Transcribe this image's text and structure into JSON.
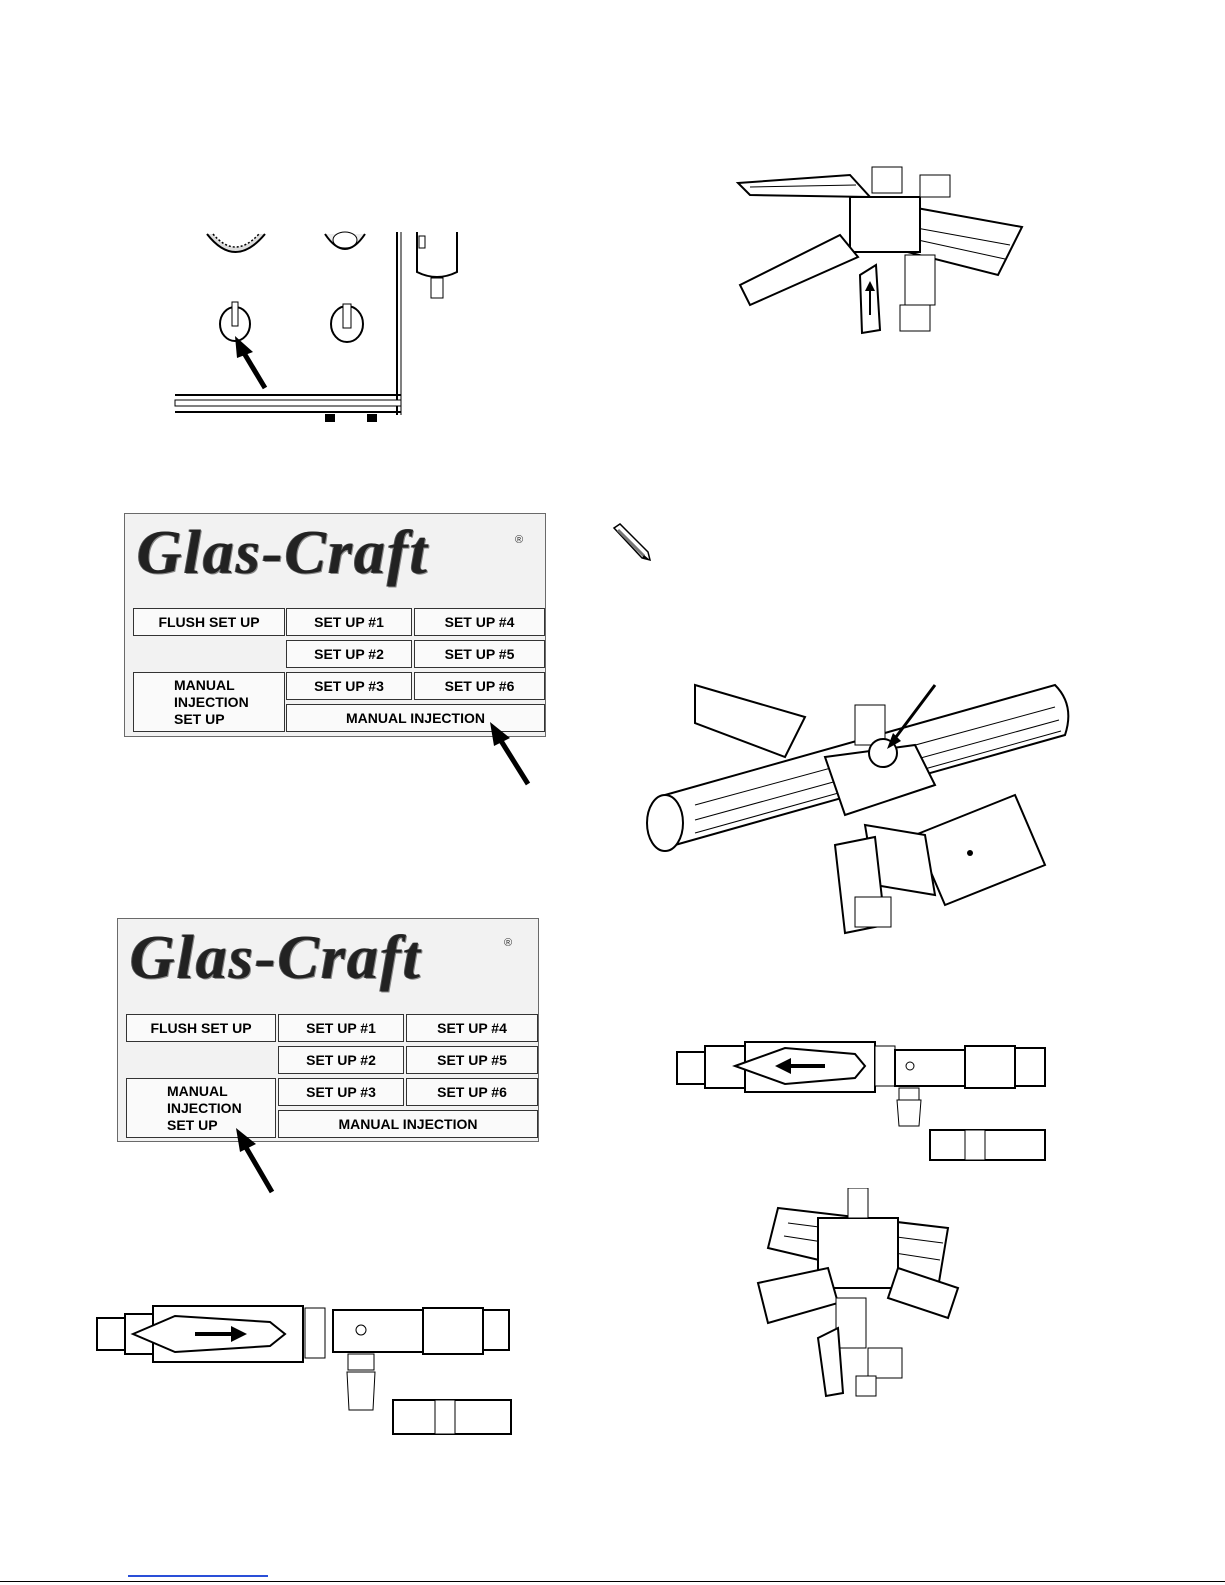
{
  "panel1": {
    "logo": "Glas-Craft",
    "reg_mark": "®",
    "buttons": {
      "flush_setup": "FLUSH SET UP",
      "setup1": "SET UP #1",
      "setup2": "SET UP #2",
      "setup3": "SET UP #3",
      "setup4": "SET UP #4",
      "setup5": "SET UP #5",
      "setup6": "SET UP #6",
      "manual_injection_setup_line1": "MANUAL",
      "manual_injection_setup_line2": "INJECTION",
      "manual_injection_setup_line3": "SET UP",
      "manual_injection": "MANUAL INJECTION"
    }
  },
  "panel2": {
    "logo": "Glas-Craft",
    "reg_mark": "®",
    "buttons": {
      "flush_setup": "FLUSH SET UP",
      "setup1": "SET UP #1",
      "setup2": "SET UP #2",
      "setup3": "SET UP #3",
      "setup4": "SET UP #4",
      "setup5": "SET UP #5",
      "setup6": "SET UP #6",
      "manual_injection_setup_line1": "MANUAL",
      "manual_injection_setup_line2": "INJECTION",
      "manual_injection_setup_line3": "SET UP",
      "manual_injection": "MANUAL INJECTION"
    }
  },
  "icons": {
    "note": "pencil-note-icon",
    "arrow": "pointer-arrow-icon"
  },
  "colors": {
    "line": "#000000",
    "panel_bg": "#f2f2f2",
    "link": "#2a4fd8"
  }
}
